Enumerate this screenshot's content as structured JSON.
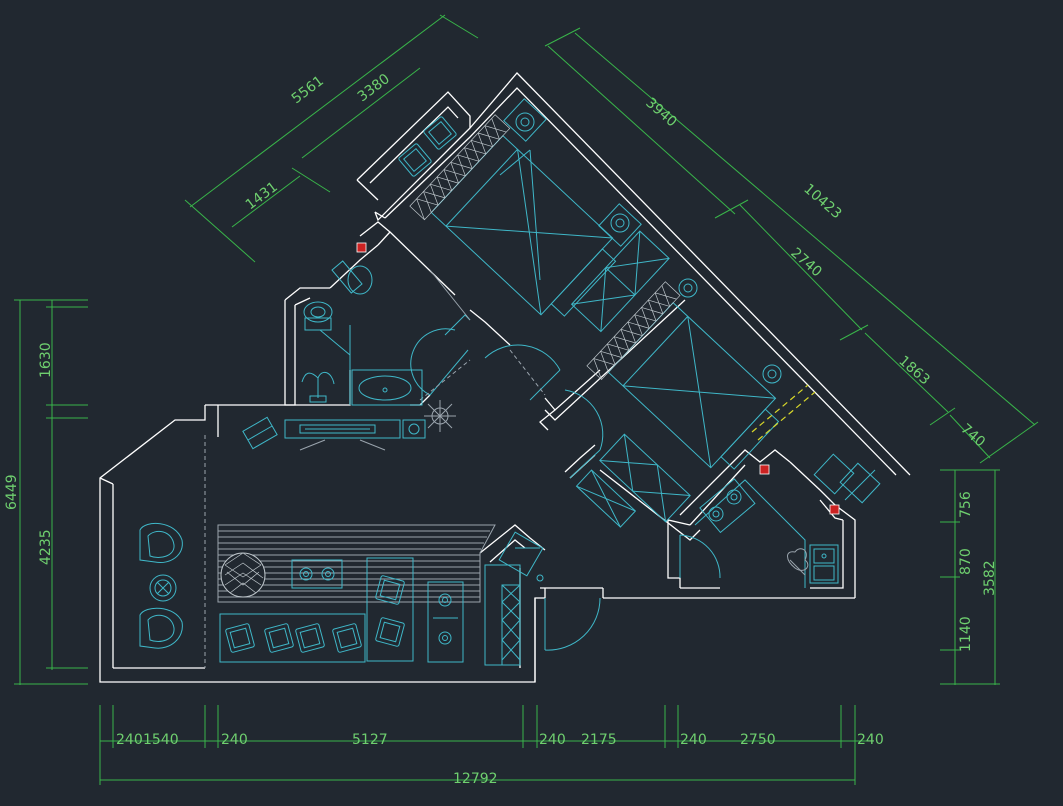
{
  "dimensions": {
    "left": {
      "total": "6449",
      "upper": "1630",
      "lower": "4235"
    },
    "bottom": {
      "total": "12792",
      "segments": [
        "240",
        "1540",
        "240",
        "5127",
        "240",
        "2175",
        "240",
        "2750",
        "240"
      ]
    },
    "right": {
      "total": "3582",
      "segments": [
        "756",
        "870",
        "1140"
      ]
    },
    "top_left": {
      "outer": "5561",
      "upper": "3380",
      "lower": "1431"
    },
    "top_right": {
      "top": "3940",
      "total": "10423",
      "mid": "2740",
      "lower": "1863",
      "end": "740"
    }
  },
  "colors": {
    "background": "#212830",
    "walls": "#ffffff",
    "furniture": "#3fb7c8",
    "dimension": "#39b54a",
    "dimension_text": "#6fd06f",
    "marker": "#d7d72a"
  }
}
